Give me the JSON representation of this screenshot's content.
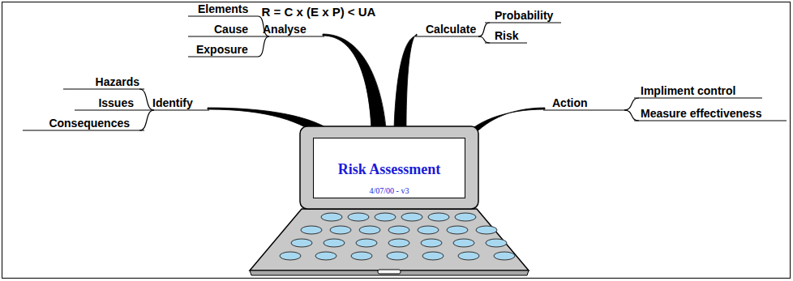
{
  "diagram": {
    "nodes": [
      {
        "text": [
          "Risk Assessment",
          "4/07/00 - v3"
        ]
      }
    ],
    "edges": [],
    "labels": [
      "R = C x (E x P) < UA",
      "Analyse",
      "Elements",
      "Cause",
      "Exposure",
      "Calculate",
      "Probability",
      "Risk",
      "Identify",
      "Hazards",
      "Issues",
      "Consequences",
      "Action",
      "Impliment control",
      "Measure effectiveness"
    ]
  }
}
